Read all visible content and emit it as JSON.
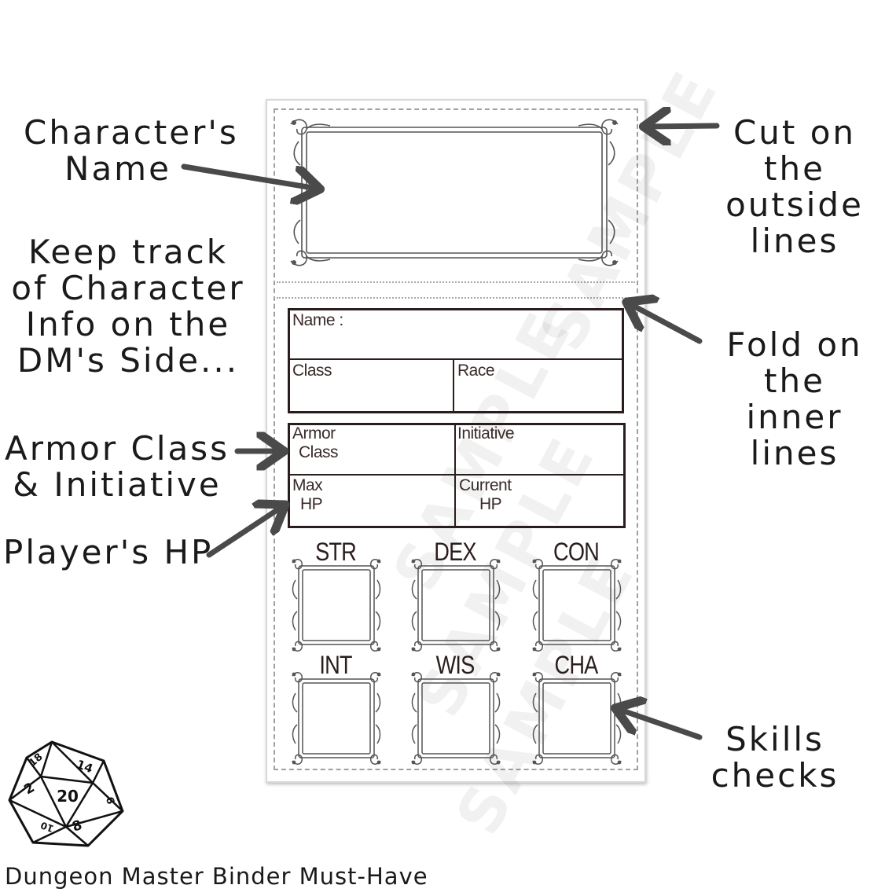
{
  "callouts": {
    "character_name": [
      "Character's",
      "Name"
    ],
    "cut": [
      "Cut on",
      "the",
      "outside",
      "lines"
    ],
    "keep_track": [
      "Keep track",
      "of Character",
      "Info on the",
      "DM's Side..."
    ],
    "fold": [
      "Fold on",
      "the",
      "inner",
      "lines"
    ],
    "armor_initiative": [
      "Armor Class",
      "& Initiative"
    ],
    "player_hp": "Player's HP",
    "skills": [
      "Skills",
      "checks"
    ]
  },
  "card": {
    "fields": {
      "name": "Name :",
      "class": "Class",
      "race": "Race",
      "armor": [
        "Armor",
        "Class"
      ],
      "initiative": "Initiative",
      "max_hp": [
        "Max",
        "HP"
      ],
      "current_hp": [
        "Current",
        "HP"
      ]
    },
    "stats": [
      "STR",
      "DEX",
      "CON",
      "INT",
      "WIS",
      "CHA"
    ],
    "watermark": "SAMPLE"
  },
  "dice": {
    "numbers": [
      "18",
      "14",
      "2",
      "20",
      "6",
      "8",
      "10"
    ]
  },
  "footer": "Dungeon Master Binder Must-Have",
  "colors": {
    "arrow": "#4a4a4a",
    "box_border": "#2a1d1d",
    "dashed": "#a0a0a0"
  }
}
